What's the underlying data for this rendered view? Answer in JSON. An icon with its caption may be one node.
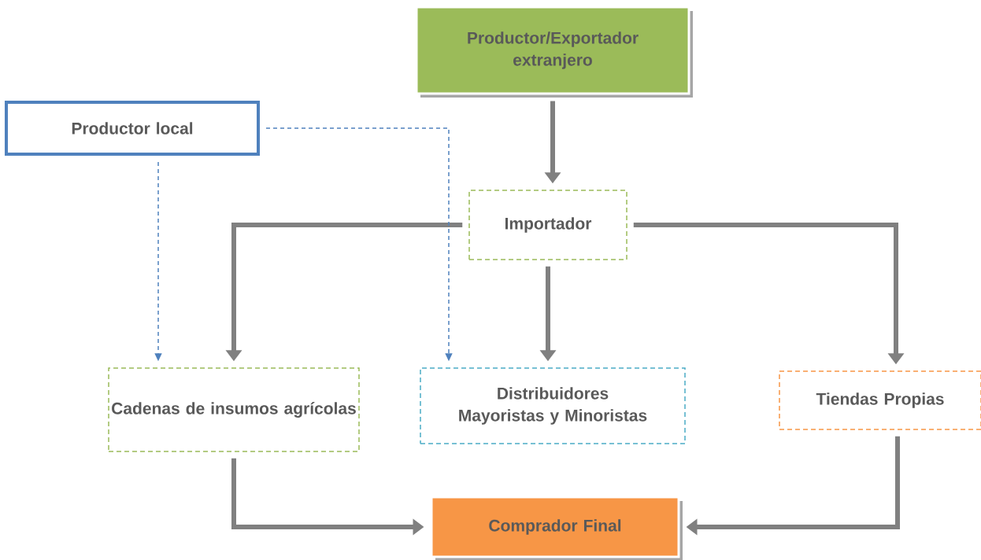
{
  "diagram": {
    "nodes": [
      {
        "text": [
          "Productor/Exportador extranjero"
        ]
      },
      {
        "text": [
          "Productor local"
        ]
      },
      {
        "text": [
          "Importador"
        ]
      },
      {
        "text": [
          "Cadenas de insumos agrícolas"
        ]
      },
      {
        "text": [
          "Distribuidores Mayoristas y Minoristas"
        ]
      },
      {
        "text": [
          "Tiendas Propias"
        ]
      },
      {
        "text": [
          "Comprador Final"
        ]
      }
    ],
    "edges": [
      {
        "from": 0,
        "to": 2,
        "arrow": "to"
      },
      {
        "from": 2,
        "to": 3,
        "arrow": "to"
      },
      {
        "from": 2,
        "to": 4,
        "arrow": "to"
      },
      {
        "from": 2,
        "to": 5,
        "arrow": "to"
      },
      {
        "from": 1,
        "to": 3,
        "arrow": "to",
        "style": "dashed",
        "color": "#4f81bd"
      },
      {
        "from": 1,
        "to": 4,
        "arrow": "to",
        "style": "dashed",
        "color": "#4f81bd"
      },
      {
        "from": 3,
        "to": 6,
        "arrow": "to"
      },
      {
        "from": 5,
        "to": 6,
        "arrow": "to"
      }
    ]
  }
}
